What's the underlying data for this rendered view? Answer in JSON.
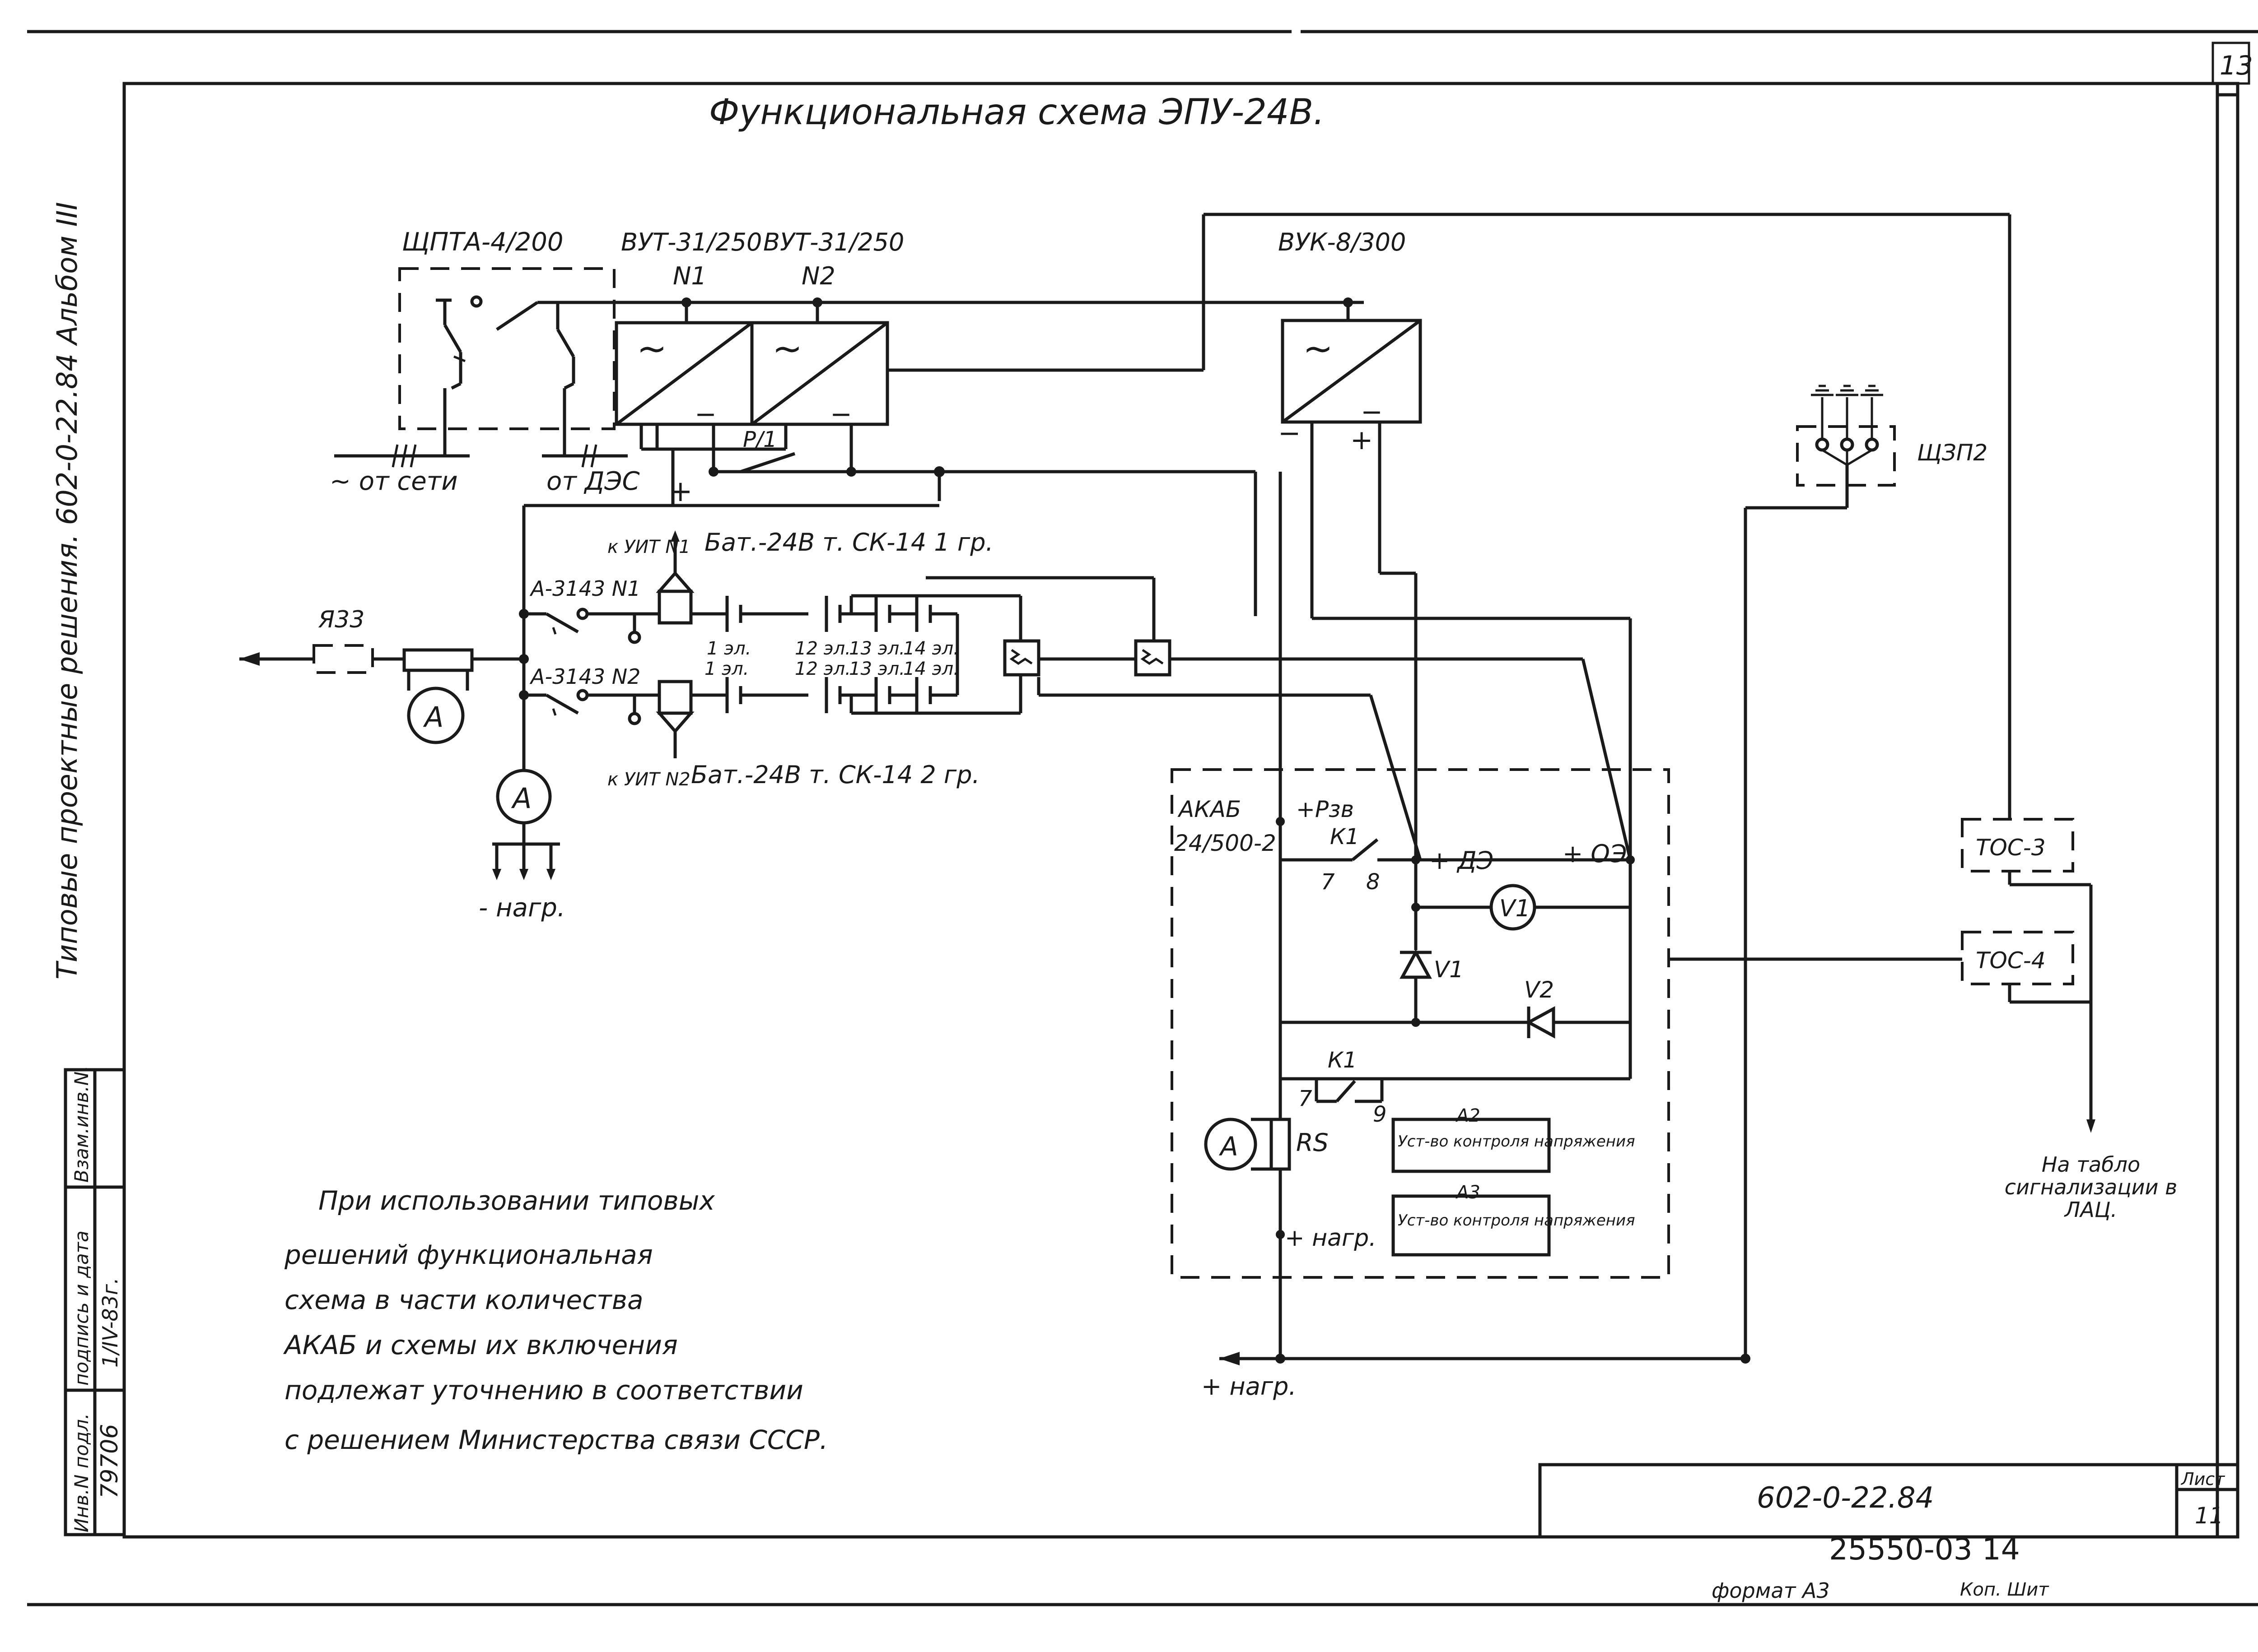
{
  "sheet": {
    "corner_number": "13",
    "title": "Функциональная схема ЭПУ-24В.",
    "side_text": "Типовые проектные решения. 602-0-22.84 Альбом III",
    "stamp_headers": [
      "Инв.N подл.",
      "подпись и дата",
      "Взам.инв.N."
    ],
    "stamp_values": [
      "79706",
      "1/IV-83г."
    ],
    "doc_number": "602-0-22.84",
    "sheet_label": "Лист",
    "sheet_number": "11",
    "copy_number": "25550-03  14",
    "format_text": "формат А3",
    "kop_text": "Коп. Шит"
  },
  "labels": {
    "shpta": "ЩПТА-4/200",
    "vut1": "ВУТ-31/250",
    "vut1_n": "N1",
    "vut2": "ВУТ-31/250",
    "vut2_n": "N2",
    "vuk": "ВУК-8/300",
    "from_net": "~ от сети",
    "from_des": "от ДЭС",
    "pl": "Р/1",
    "plus_main": "+",
    "vuk_minus": "−",
    "vuk_plus": "+",
    "a33": "Я33",
    "a3143n1": "А-3143 N1",
    "a3143n2": "А-3143 N2",
    "k_uit1": "к УИТ N1",
    "bat1": "Бат.-24В т. СК-14   1 гр.",
    "k_uit2": "к УИТ N2",
    "bat2": "Бат.-24В т. СК-14   2 гр.",
    "cell1_top": "1 эл.",
    "cell1_bot": "1 эл.",
    "cell12_top": "12 эл.",
    "cell12_bot": "12 эл.",
    "cell13_top": "13 эл.",
    "cell13_bot": "13 эл.",
    "cell14_top": "14 эл.",
    "cell14_bot": "14 эл.",
    "ammeter": "А",
    "minus_load": "- нагр.",
    "plus_load": "+ нагр.",
    "akab": "АКАБ",
    "akab_model": "24/500-2",
    "p_rzv": "+Рзв",
    "k1_top": "К1",
    "k1_7": "7",
    "k1_8": "8",
    "plus_de": "+ ДЭ",
    "plus_oe": "+ ОЭ",
    "v1_meter": "V1",
    "v1_diode": "V1",
    "v2_diode": "V2",
    "k1_bottom": "К1",
    "k1b_7": "7",
    "k1b_9": "9",
    "rs": "RS",
    "a2": "А2",
    "a2_text": "Уст-во контроля напряжения",
    "a3": "А3",
    "a3_text": "Уст-во контроля напряжения",
    "plus_load_inner": "+ нагр.",
    "shzp2": "ЩЗП2",
    "toc3": "ТОС-3",
    "toc4": "ТОС-4",
    "to_board": "На табло сигнализации в ЛАЦ."
  },
  "note": {
    "lines": [
      "При использовании типовых",
      "решений  функциональная",
      "схема  в части количества",
      "АКАБ и схемы их включения",
      "подлежат уточнению в соответствии",
      "с решением Министерства связи СССР."
    ]
  }
}
